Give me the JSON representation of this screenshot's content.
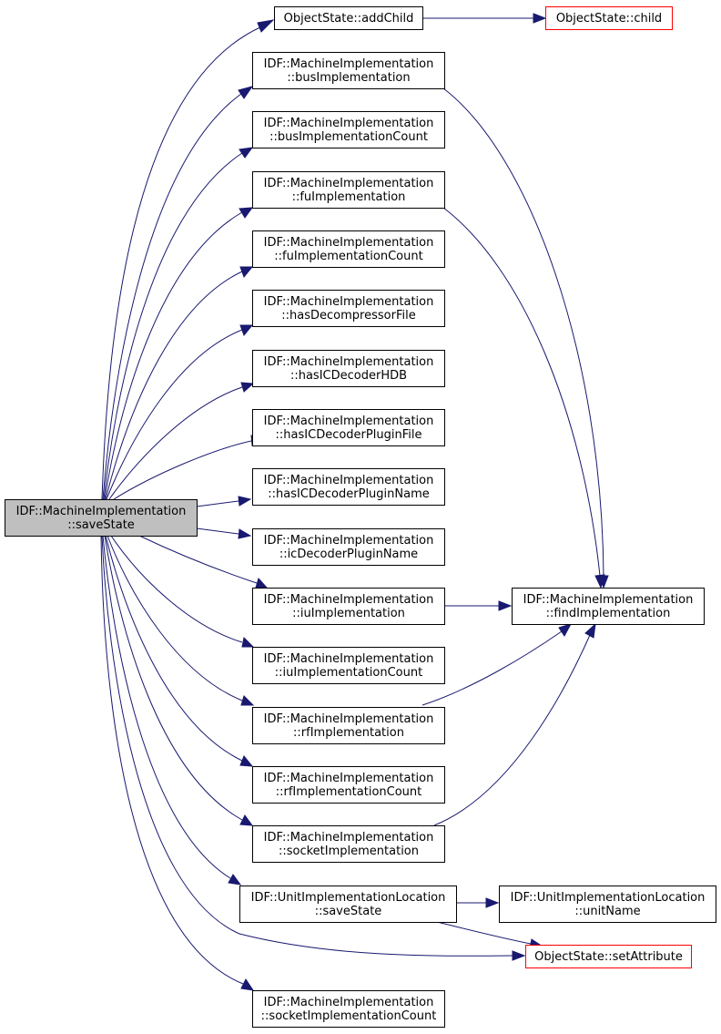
{
  "graph": {
    "root": {
      "id": "root",
      "lines": [
        "IDF::MachineImplementation",
        "::saveState"
      ]
    },
    "nodes": [
      {
        "id": "addChild",
        "lines": [
          "ObjectState::addChild"
        ]
      },
      {
        "id": "child",
        "lines": [
          "ObjectState::child"
        ],
        "truncated": true
      },
      {
        "id": "busImplementation",
        "lines": [
          "IDF::MachineImplementation",
          "::busImplementation"
        ]
      },
      {
        "id": "busImplementationCount",
        "lines": [
          "IDF::MachineImplementation",
          "::busImplementationCount"
        ]
      },
      {
        "id": "fuImplementation",
        "lines": [
          "IDF::MachineImplementation",
          "::fuImplementation"
        ]
      },
      {
        "id": "fuImplementationCount",
        "lines": [
          "IDF::MachineImplementation",
          "::fuImplementationCount"
        ]
      },
      {
        "id": "hasDecompressorFile",
        "lines": [
          "IDF::MachineImplementation",
          "::hasDecompressorFile"
        ]
      },
      {
        "id": "hasICDecoderHDB",
        "lines": [
          "IDF::MachineImplementation",
          "::hasICDecoderHDB"
        ]
      },
      {
        "id": "hasICDecoderPluginFile",
        "lines": [
          "IDF::MachineImplementation",
          "::hasICDecoderPluginFile"
        ]
      },
      {
        "id": "hasICDecoderPluginName",
        "lines": [
          "IDF::MachineImplementation",
          "::hasICDecoderPluginName"
        ]
      },
      {
        "id": "icDecoderPluginName",
        "lines": [
          "IDF::MachineImplementation",
          "::icDecoderPluginName"
        ]
      },
      {
        "id": "iuImplementation",
        "lines": [
          "IDF::MachineImplementation",
          "::iuImplementation"
        ]
      },
      {
        "id": "findImplementation",
        "lines": [
          "IDF::MachineImplementation",
          "::findImplementation"
        ]
      },
      {
        "id": "iuImplementationCount",
        "lines": [
          "IDF::MachineImplementation",
          "::iuImplementationCount"
        ]
      },
      {
        "id": "rfImplementation",
        "lines": [
          "IDF::MachineImplementation",
          "::rfImplementation"
        ]
      },
      {
        "id": "rfImplementationCount",
        "lines": [
          "IDF::MachineImplementation",
          "::rfImplementationCount"
        ]
      },
      {
        "id": "socketImplementation",
        "lines": [
          "IDF::MachineImplementation",
          "::socketImplementation"
        ]
      },
      {
        "id": "uilSaveState",
        "lines": [
          "IDF::UnitImplementationLocation",
          "::saveState"
        ]
      },
      {
        "id": "unitName",
        "lines": [
          "IDF::UnitImplementationLocation",
          "::unitName"
        ]
      },
      {
        "id": "setAttribute",
        "lines": [
          "ObjectState::setAttribute"
        ],
        "truncated": true
      },
      {
        "id": "socketImplementationCount",
        "lines": [
          "IDF::MachineImplementation",
          "::socketImplementationCount"
        ]
      }
    ],
    "edges": [
      {
        "from": "root",
        "to": "addChild"
      },
      {
        "from": "root",
        "to": "busImplementation"
      },
      {
        "from": "root",
        "to": "busImplementationCount"
      },
      {
        "from": "root",
        "to": "fuImplementation"
      },
      {
        "from": "root",
        "to": "fuImplementationCount"
      },
      {
        "from": "root",
        "to": "hasDecompressorFile"
      },
      {
        "from": "root",
        "to": "hasICDecoderHDB"
      },
      {
        "from": "root",
        "to": "hasICDecoderPluginFile"
      },
      {
        "from": "root",
        "to": "hasICDecoderPluginName"
      },
      {
        "from": "root",
        "to": "icDecoderPluginName"
      },
      {
        "from": "root",
        "to": "iuImplementation"
      },
      {
        "from": "root",
        "to": "iuImplementationCount"
      },
      {
        "from": "root",
        "to": "rfImplementation"
      },
      {
        "from": "root",
        "to": "rfImplementationCount"
      },
      {
        "from": "root",
        "to": "socketImplementation"
      },
      {
        "from": "root",
        "to": "uilSaveState"
      },
      {
        "from": "root",
        "to": "setAttribute"
      },
      {
        "from": "root",
        "to": "socketImplementationCount"
      },
      {
        "from": "addChild",
        "to": "child"
      },
      {
        "from": "busImplementation",
        "to": "findImplementation"
      },
      {
        "from": "fuImplementation",
        "to": "findImplementation"
      },
      {
        "from": "iuImplementation",
        "to": "findImplementation"
      },
      {
        "from": "rfImplementation",
        "to": "findImplementation"
      },
      {
        "from": "socketImplementation",
        "to": "findImplementation"
      },
      {
        "from": "uilSaveState",
        "to": "unitName"
      },
      {
        "from": "uilSaveState",
        "to": "setAttribute"
      }
    ],
    "colors": {
      "edge": "#191970",
      "root_fill": "#bfbfbf",
      "node_border": "#000000",
      "truncated_border": "#ff0000"
    }
  }
}
